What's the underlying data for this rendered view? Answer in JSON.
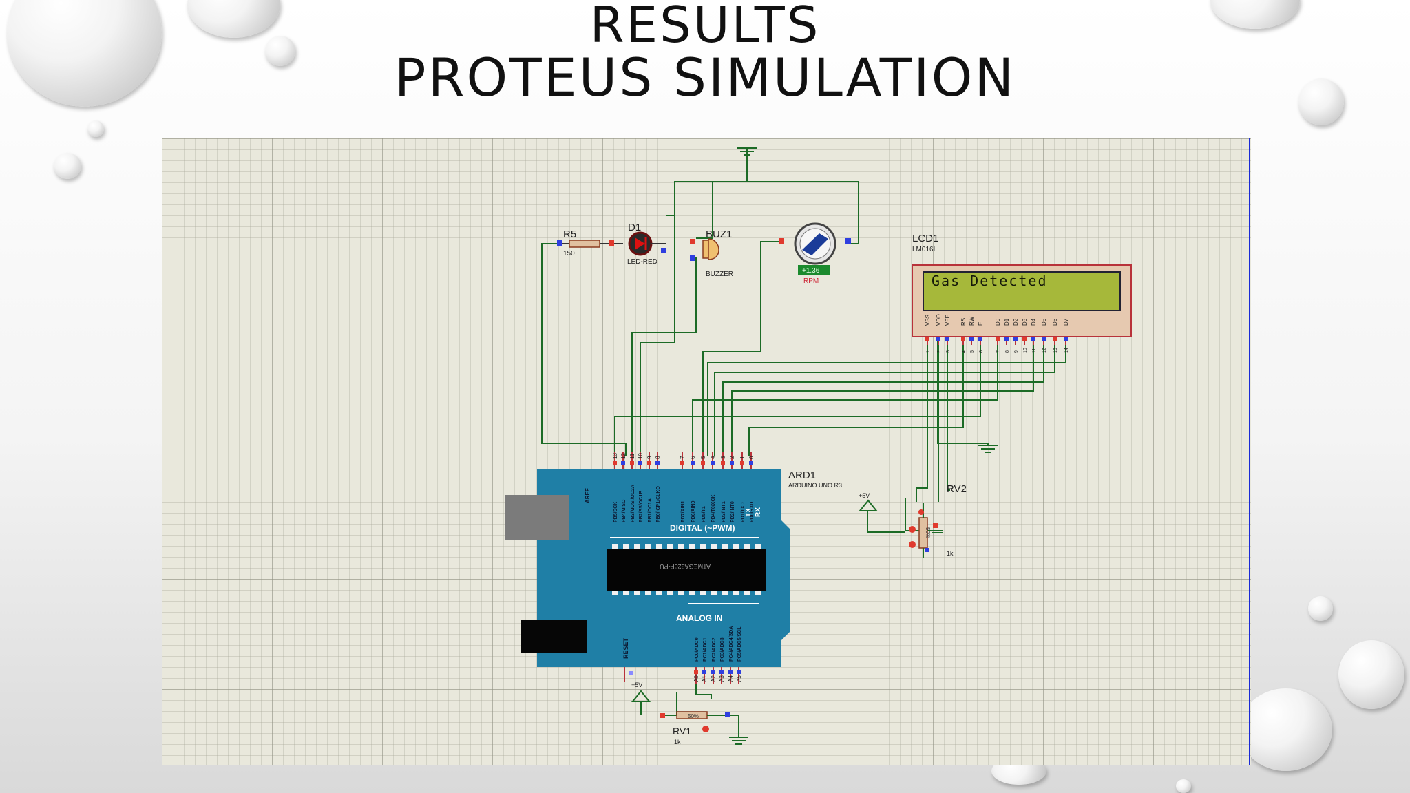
{
  "slide": {
    "title_line1": "RESULTS",
    "title_line2": "PROTEUS SIMULATION"
  },
  "schematic": {
    "r5": {
      "ref": "R5",
      "value": "150"
    },
    "d1": {
      "ref": "D1",
      "type": "LED-RED"
    },
    "buz1": {
      "ref": "BUZ1",
      "type": "BUZZER"
    },
    "motor": {
      "readout": "+1.36",
      "unit": "RPM"
    },
    "lcd": {
      "ref": "LCD1",
      "model": "LM016L",
      "display_text": "Gas Detected",
      "pins": [
        "VSS",
        "VDD",
        "VEE",
        "RS",
        "RW",
        "E",
        "D0",
        "D1",
        "D2",
        "D3",
        "D4",
        "D5",
        "D6",
        "D7"
      ],
      "pin_numbers": [
        "1",
        "2",
        "3",
        "4",
        "5",
        "6",
        "7",
        "8",
        "9",
        "10",
        "11",
        "12",
        "13",
        "14"
      ]
    },
    "arduino": {
      "ref": "ARD1",
      "model": "ARDUINO UNO R3",
      "digital_header": "DIGITAL (~PWM)",
      "analog_header": "ANALOG IN",
      "chip_label": "ATMEGA328P-PU",
      "aref": "AREF",
      "digital_pin_numbers": [
        "13",
        "12",
        "11",
        "10",
        "9",
        "8",
        "7",
        "6",
        "5",
        "4",
        "3",
        "2",
        "1",
        "0"
      ],
      "digital_pin_names": [
        "PB5/SCK",
        "PB4/MISO",
        "PB3/MOSI/OC2A",
        "PB2/SS/OC1B",
        "PB1/OC1A",
        "PB0/ICP1/CLKO",
        "PD7/AIN1",
        "PD6/AIN0",
        "PD5/T1",
        "PD4/T0/XCK",
        "PD3/INT1",
        "PD2/INT0",
        "PD1/TXD",
        "PD0/RXD"
      ],
      "tx": "TX",
      "rx": "RX",
      "reset": "RESET",
      "analog_pin_names": [
        "PC0/ADC0",
        "PC1/ADC1",
        "PC2/ADC2",
        "PC3/ADC3",
        "PC4/ADC4/SDA",
        "PC5/ADC5/SCL"
      ],
      "analog_pin_numbers": [
        "A0",
        "A1",
        "A2",
        "A3",
        "A4",
        "A5"
      ]
    },
    "rv1": {
      "ref": "RV1",
      "value": "1k",
      "percent": "50%"
    },
    "rv2": {
      "ref": "RV2",
      "value": "1k",
      "percent": "50%"
    },
    "supply_label": "+5V"
  },
  "colors": {
    "grid_bg": "#e9e8dc",
    "wire": "#1c6b26",
    "board": "#1f7fa6",
    "lcd_screen": "#a6b83a"
  }
}
